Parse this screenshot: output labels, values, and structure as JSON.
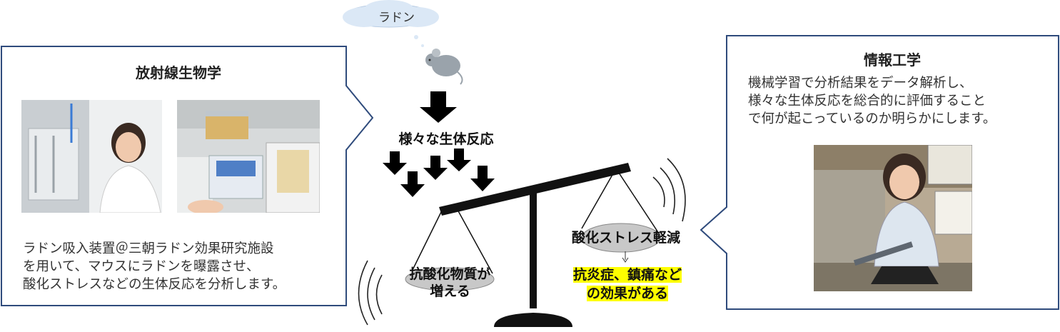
{
  "cloud": {
    "label": "ラドン"
  },
  "left_panel": {
    "title": "放射線生物学",
    "caption": "ラドン吸入装置＠三朝ラドン効果研究施設\nを用いて、マウスにラドンを曝露させ、\n酸化ストレスなどの生体反応を分析します。"
  },
  "right_panel": {
    "title": "情報工学",
    "caption": "機械学習で分析結果をデータ解析し、\n様々な生体反応を総合的に評価すること\nで何が起こっているのか明らかにします。"
  },
  "diagram": {
    "reactions_label": "様々な生体反応",
    "left_pan_label": "抗酸化物質が\n増える",
    "right_pan_label": "酸化ストレス軽減",
    "effect_label_line1": "抗炎症、鎮痛など",
    "effect_label_line2": "の効果がある"
  },
  "colors": {
    "panel_border": "#2f4b7c",
    "cloud_fill": "#dbe8f6",
    "highlight": "#ffff00",
    "beam": "#111111"
  }
}
